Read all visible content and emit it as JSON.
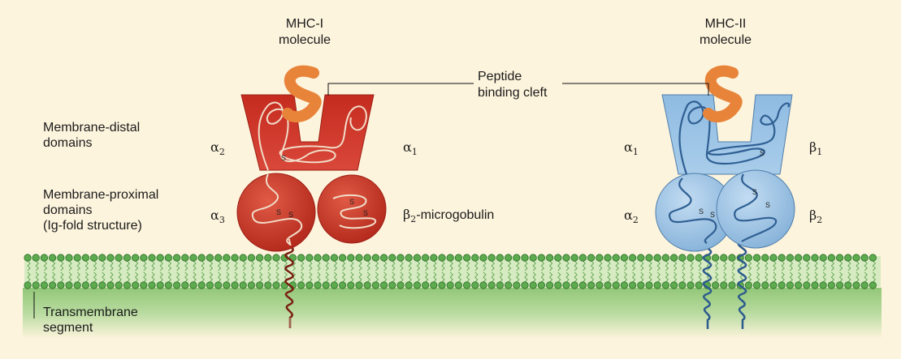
{
  "mhc1": {
    "title_line1": "MHC-I",
    "title_line2": "molecule"
  },
  "mhc2": {
    "title_line1": "MHC-II",
    "title_line2": "molecule"
  },
  "peptide_label": {
    "line1": "Peptide",
    "line2": "binding cleft"
  },
  "left_labels": {
    "distal_line1": "Membrane-distal",
    "distal_line2": "domains",
    "proximal_line1": "Membrane-proximal",
    "proximal_line2": "domains",
    "proximal_line3": "(Ig-fold structure)",
    "transmembrane_line1": "Transmembrane",
    "transmembrane_line2": "segment"
  },
  "domain_labels": {
    "mhc1_alpha2": {
      "base": "α",
      "sub": "2"
    },
    "mhc1_alpha1": {
      "base": "α",
      "sub": "1"
    },
    "mhc1_alpha3": {
      "base": "α",
      "sub": "3"
    },
    "beta2m": {
      "base": "β",
      "sub": "2",
      "suffix": "-microgobulin"
    },
    "mhc2_alpha1": {
      "base": "α",
      "sub": "1"
    },
    "mhc2_beta1": {
      "base": "β",
      "sub": "1"
    },
    "mhc2_alpha2": {
      "base": "α",
      "sub": "2"
    },
    "mhc2_beta2": {
      "base": "β",
      "sub": "2"
    }
  },
  "disulfide_mark": "S",
  "colors": {
    "background": "#fdf4dd",
    "membrane_bead": "#5dab4e",
    "membrane_lower": "#a9d28e",
    "mhc1_fill": "#c63022",
    "mhc1_ribbon": "#f3dbc8",
    "mhc2_fill": "#9cc4e6",
    "mhc2_ribbon": "#3d6a9a",
    "peptide": "#e8843a"
  }
}
